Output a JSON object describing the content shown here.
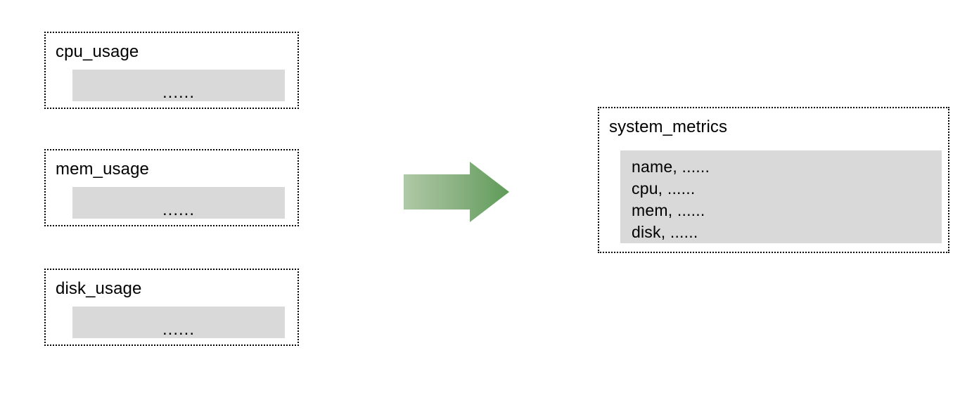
{
  "diagram": {
    "sources": [
      {
        "title": "cpu_usage",
        "body_text": "......"
      },
      {
        "title": "mem_usage",
        "body_text": "......"
      },
      {
        "title": "disk_usage",
        "body_text": "......"
      }
    ],
    "arrow": {
      "icon": "right-arrow-icon",
      "gradient_from": "#A8C6A0",
      "gradient_to": "#5E9B57"
    },
    "target": {
      "title": "system_metrics",
      "rows": [
        "name, ......",
        "cpu, ......",
        "mem, ......",
        "disk, ......"
      ]
    },
    "colors": {
      "body_fill": "#D9D9D9",
      "border": "#000000",
      "background": "#FFFFFF"
    }
  }
}
